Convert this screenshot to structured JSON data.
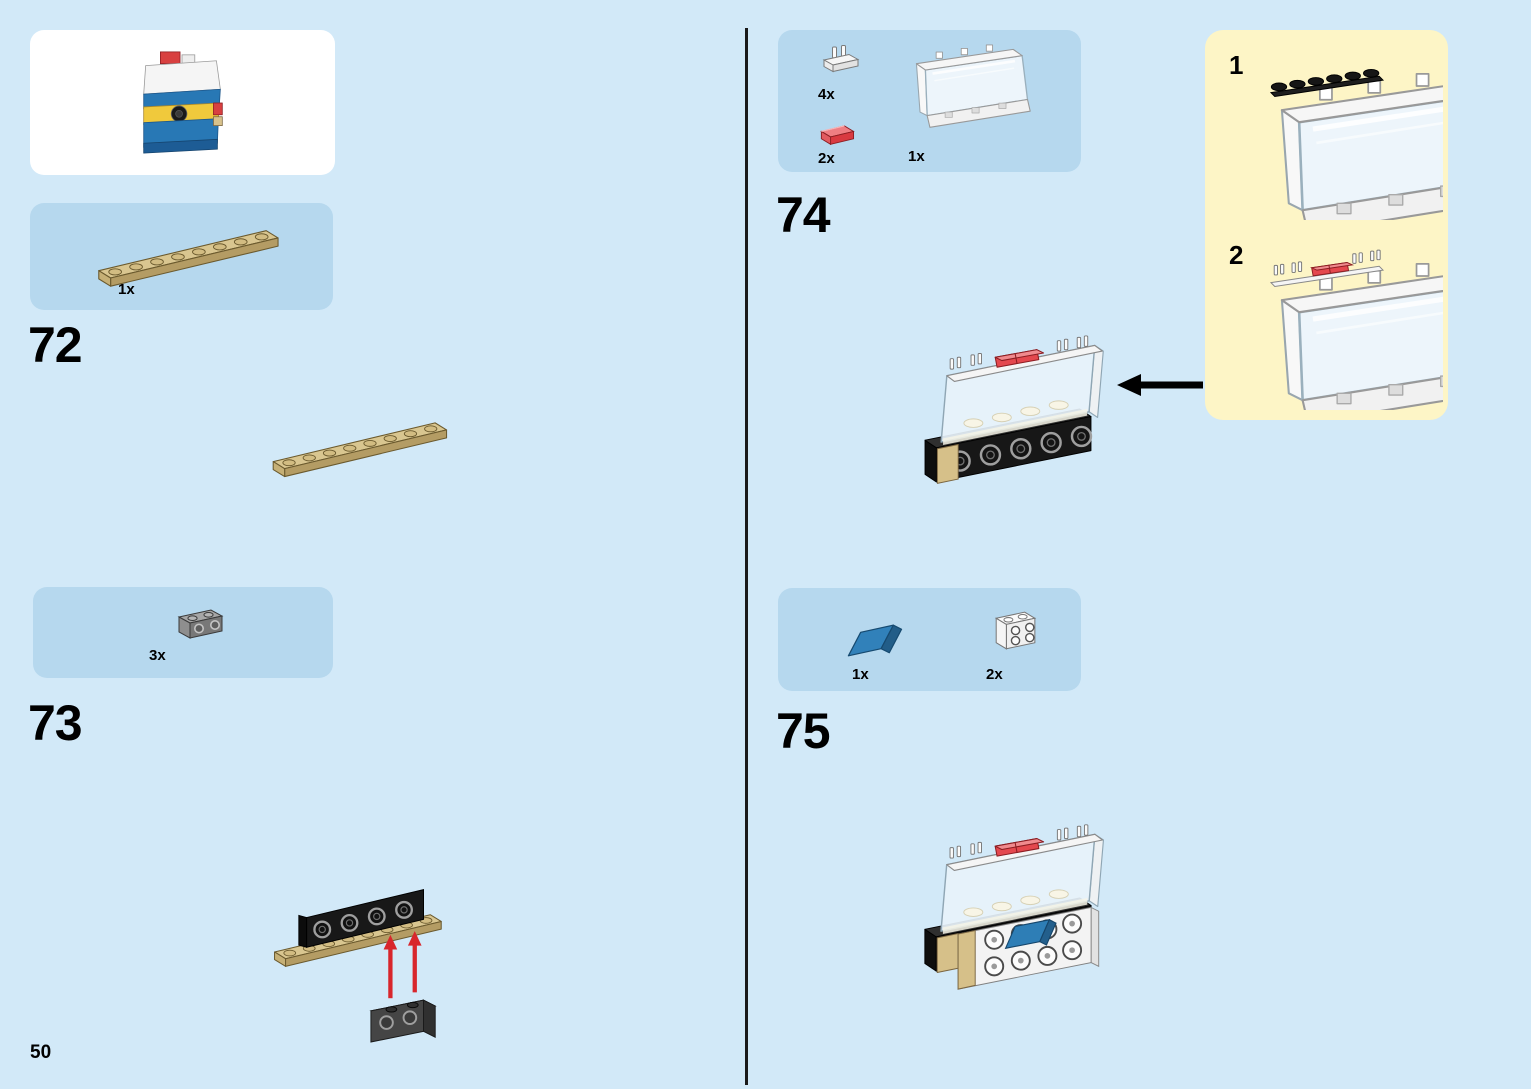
{
  "page": {
    "number": "50",
    "type": "LEGO building instructions page"
  },
  "colors": {
    "page_background": "#d2e9f8",
    "parts_callout_background": "#b6d8ee",
    "substep_callout_background": "#fdf5c6",
    "divider": "#1a1a1a",
    "step_number_text": "#000000",
    "red_arrow": "#d8262c",
    "black_arrow": "#000000",
    "piece_tan": "#d9c690",
    "piece_trans_red": "#e4484e",
    "piece_blue": "#2e7eb6",
    "piece_black": "#171717",
    "piece_gray": "#8e8e8e",
    "piece_white": "#f5f5f5"
  },
  "steps": {
    "s72": {
      "number": "72",
      "parts": [
        {
          "count": "1x",
          "piece": "tan-1x8-plate"
        }
      ]
    },
    "s73": {
      "number": "73",
      "parts": [
        {
          "count": "3x",
          "piece": "dark-gray-1x2-brick-with-side-studs"
        }
      ]
    },
    "s74": {
      "number": "74",
      "parts": [
        {
          "count": "4x",
          "piece": "white-1x1-plate-with-clip"
        },
        {
          "count": "2x",
          "piece": "trans-red-1x2-plate"
        },
        {
          "count": "1x",
          "piece": "trans-clear-windscreen"
        }
      ],
      "substeps": [
        {
          "label": "1"
        },
        {
          "label": "2"
        }
      ]
    },
    "s75": {
      "number": "75",
      "parts": [
        {
          "count": "1x",
          "piece": "blue-1x2-slope"
        },
        {
          "count": "2x",
          "piece": "white-1x2x2-brick-with-side-studs"
        }
      ]
    }
  }
}
